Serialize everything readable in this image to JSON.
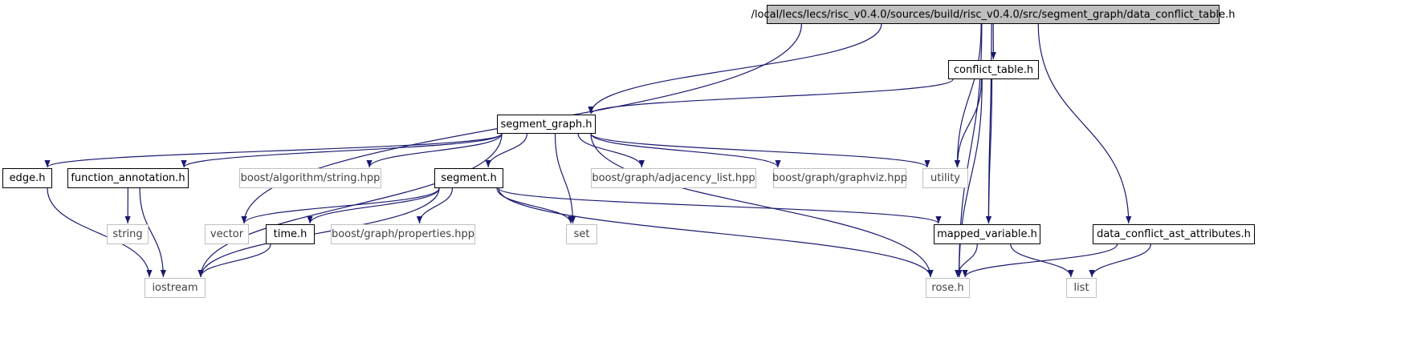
{
  "graph": {
    "colors": {
      "edge": "#191970",
      "root_fill": "#bfbfbf",
      "system_border": "#bfbfbf",
      "local_border": "#000000"
    },
    "nodes": {
      "root": {
        "label": "/local/lecs/lecs/risc_v0.4.0/sources/build/risc_v0.4.0/src/segment_graph/data_conflict_table.h",
        "kind": "root"
      },
      "conflict_table": {
        "label": "conflict_table.h",
        "kind": "local"
      },
      "segment_graph": {
        "label": "segment_graph.h",
        "kind": "local"
      },
      "edge": {
        "label": "edge.h",
        "kind": "local"
      },
      "function_annotation": {
        "label": "function_annotation.h",
        "kind": "local"
      },
      "boost_string": {
        "label": "boost/algorithm/string.hpp",
        "kind": "system"
      },
      "segment": {
        "label": "segment.h",
        "kind": "local"
      },
      "adjacency_list": {
        "label": "boost/graph/adjacency_list.hpp",
        "kind": "system"
      },
      "graphviz": {
        "label": "boost/graph/graphviz.hpp",
        "kind": "system"
      },
      "utility": {
        "label": "utility",
        "kind": "system"
      },
      "string": {
        "label": "string",
        "kind": "system"
      },
      "vector": {
        "label": "vector",
        "kind": "system"
      },
      "time": {
        "label": "time.h",
        "kind": "local"
      },
      "properties": {
        "label": "boost/graph/properties.hpp",
        "kind": "system"
      },
      "set": {
        "label": "set",
        "kind": "system"
      },
      "mapped_variable": {
        "label": "mapped_variable.h",
        "kind": "local"
      },
      "data_conflict_ast": {
        "label": "data_conflict_ast_attributes.h",
        "kind": "local"
      },
      "iostream": {
        "label": "iostream",
        "kind": "system"
      },
      "rose": {
        "label": "rose.h",
        "kind": "system"
      },
      "list": {
        "label": "list",
        "kind": "system"
      }
    },
    "edges": [
      [
        "root",
        "segment_graph"
      ],
      [
        "root",
        "vector"
      ],
      [
        "root",
        "utility"
      ],
      [
        "root",
        "conflict_table"
      ],
      [
        "root",
        "mapped_variable"
      ],
      [
        "root",
        "rose"
      ],
      [
        "root",
        "data_conflict_ast"
      ],
      [
        "conflict_table",
        "segment_graph"
      ],
      [
        "conflict_table",
        "utility"
      ],
      [
        "conflict_table",
        "mapped_variable"
      ],
      [
        "conflict_table",
        "rose"
      ],
      [
        "segment_graph",
        "edge"
      ],
      [
        "segment_graph",
        "function_annotation"
      ],
      [
        "segment_graph",
        "boost_string"
      ],
      [
        "segment_graph",
        "segment"
      ],
      [
        "segment_graph",
        "adjacency_list"
      ],
      [
        "segment_graph",
        "graphviz"
      ],
      [
        "segment_graph",
        "utility"
      ],
      [
        "segment_graph",
        "iostream"
      ],
      [
        "segment_graph",
        "set"
      ],
      [
        "segment_graph",
        "rose"
      ],
      [
        "edge",
        "iostream"
      ],
      [
        "function_annotation",
        "string"
      ],
      [
        "function_annotation",
        "iostream"
      ],
      [
        "segment",
        "vector"
      ],
      [
        "segment",
        "time"
      ],
      [
        "segment",
        "properties"
      ],
      [
        "segment",
        "set"
      ],
      [
        "segment",
        "mapped_variable"
      ],
      [
        "segment",
        "iostream"
      ],
      [
        "segment",
        "rose"
      ],
      [
        "time",
        "iostream"
      ],
      [
        "mapped_variable",
        "rose"
      ],
      [
        "mapped_variable",
        "list"
      ],
      [
        "data_conflict_ast",
        "rose"
      ],
      [
        "data_conflict_ast",
        "list"
      ]
    ]
  }
}
